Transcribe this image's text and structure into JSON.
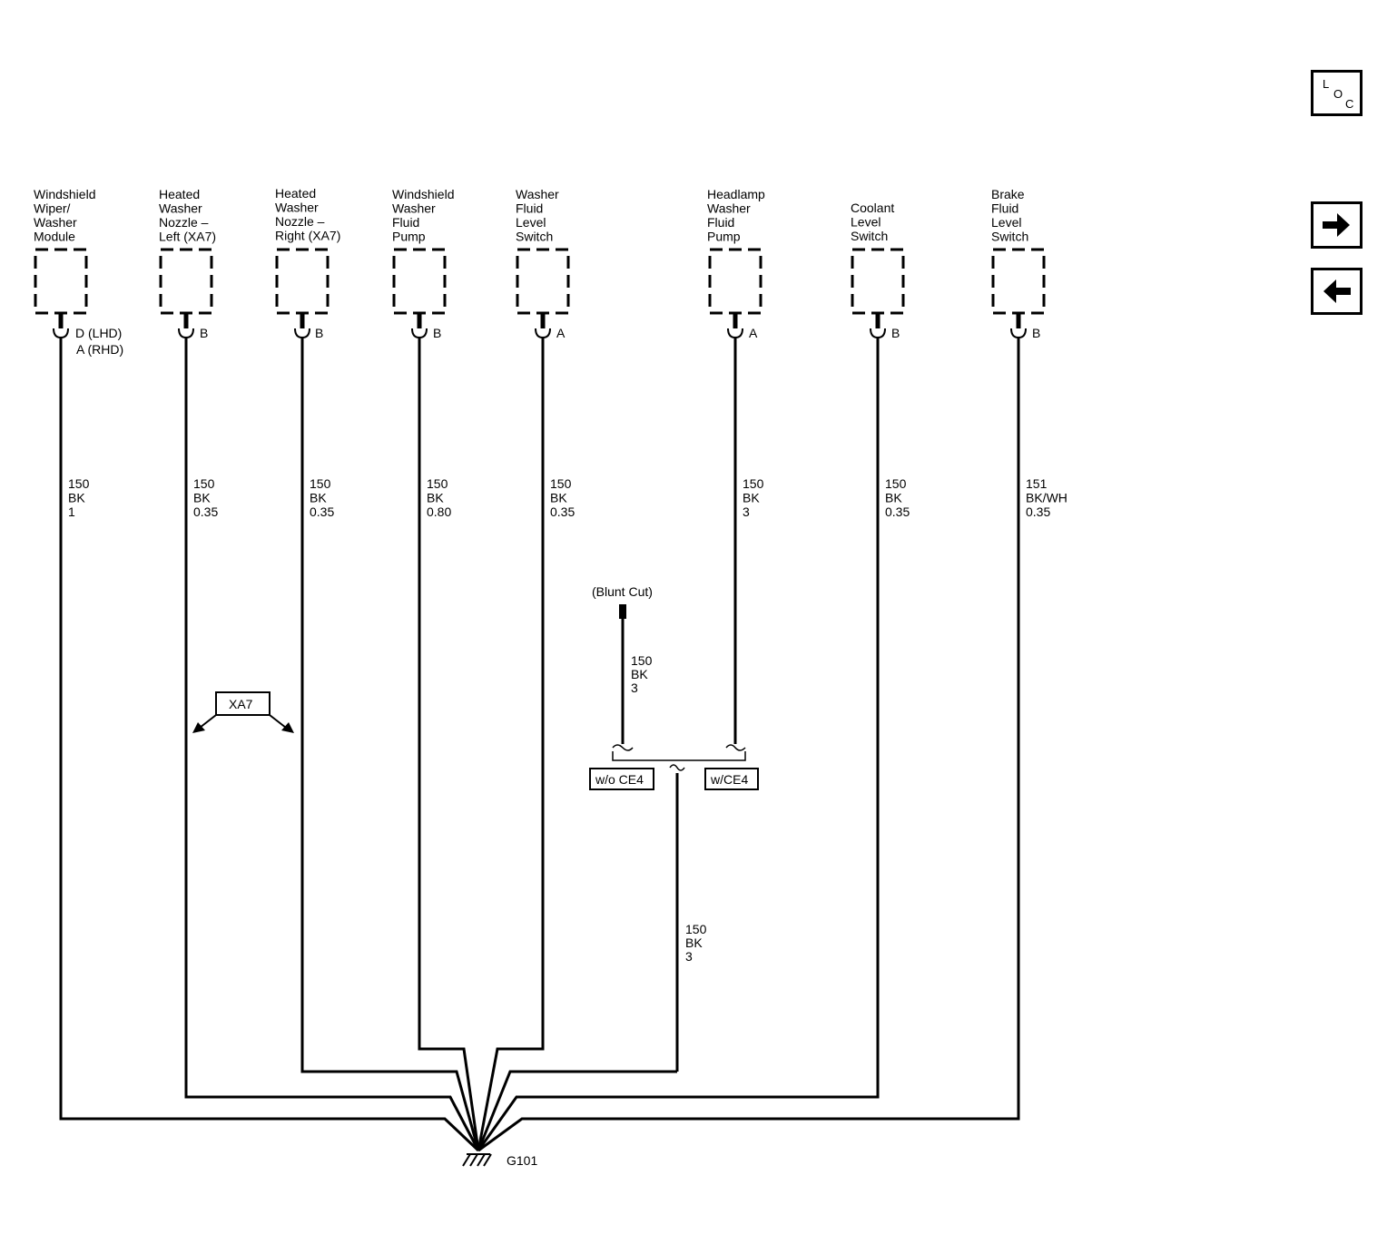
{
  "components": [
    {
      "id": "c1",
      "lines": [
        "Windshield",
        "Wiper/",
        "Washer",
        "Module"
      ],
      "pin": [
        "D (LHD)",
        "A (RHD)"
      ],
      "wire": [
        "150",
        "BK",
        "1"
      ]
    },
    {
      "id": "c2",
      "lines": [
        "Heated",
        "Washer",
        "Nozzle –",
        "Left (XA7)"
      ],
      "pin": [
        "B"
      ],
      "wire": [
        "150",
        "BK",
        "0.35"
      ]
    },
    {
      "id": "c3",
      "lines": [
        "Heated",
        "Washer",
        "Nozzle –",
        "Right (XA7)"
      ],
      "pin": [
        "B"
      ],
      "wire": [
        "150",
        "BK",
        "0.35"
      ]
    },
    {
      "id": "c4",
      "lines": [
        "Windshield",
        "Washer",
        "Fluid",
        "Pump"
      ],
      "pin": [
        "B"
      ],
      "wire": [
        "150",
        "BK",
        "0.80"
      ]
    },
    {
      "id": "c5",
      "lines": [
        "Washer",
        "Fluid",
        "Level",
        "Switch"
      ],
      "pin": [
        "A"
      ],
      "wire": [
        "150",
        "BK",
        "0.35"
      ]
    },
    {
      "id": "c6",
      "lines": [
        "Headlamp",
        "Washer",
        "Fluid",
        "Pump"
      ],
      "pin": [
        "A"
      ],
      "wire": [
        "150",
        "BK",
        "3"
      ]
    },
    {
      "id": "c7",
      "lines": [
        "Coolant",
        "Level",
        "Switch"
      ],
      "pin": [
        "B"
      ],
      "wire": [
        "150",
        "BK",
        "0.35"
      ]
    },
    {
      "id": "c8",
      "lines": [
        "Brake",
        "Fluid",
        "Level",
        "Switch"
      ],
      "pin": [
        "B"
      ],
      "wire": [
        "151",
        "BK/WH",
        "0.35"
      ]
    }
  ],
  "blunt_cut": {
    "label": "(Blunt Cut)",
    "wire": [
      "150",
      "BK",
      "3"
    ]
  },
  "option_xa7": "XA7",
  "option_wo_ce4": "w/o CE4",
  "option_w_ce4": "w/CE4",
  "joined_wire": [
    "150",
    "BK",
    "3"
  ],
  "ground": "G101",
  "nav": {
    "loc_letters": [
      "L",
      "O",
      "C"
    ],
    "next_icon": "arrow-right-icon",
    "prev_icon": "arrow-left-icon"
  }
}
